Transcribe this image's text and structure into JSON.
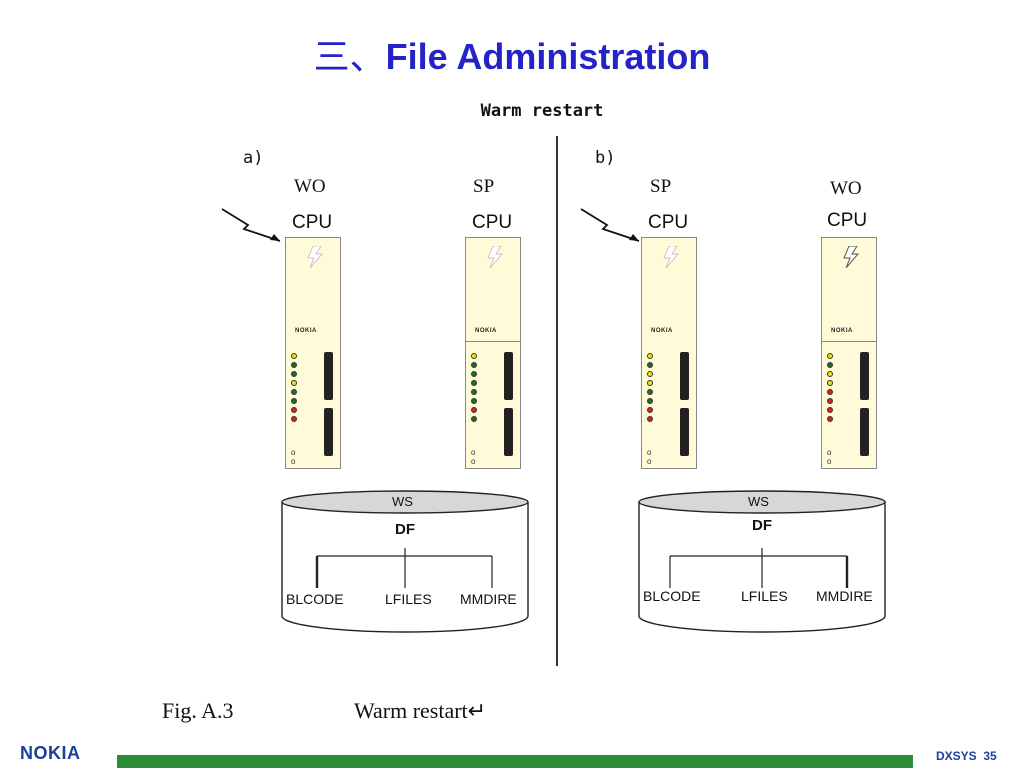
{
  "slide": {
    "title_prefix": "三、",
    "title": "File Administration",
    "diagram_title": "Warm restart",
    "footer": {
      "logo": "NOKIA",
      "code": "DXSYS",
      "page": "35"
    },
    "caption": {
      "figure": "Fig. A.3",
      "text": "Warm restart↵"
    }
  },
  "panels": [
    {
      "label": "a)",
      "units": [
        {
          "role": "WO",
          "cpu": "CPU"
        },
        {
          "role": "SP",
          "cpu": "CPU"
        }
      ],
      "storage": {
        "ws": "WS",
        "df": "DF",
        "leaves": [
          "BLCODE",
          "LFILES",
          "MMDIRE"
        ]
      }
    },
    {
      "label": "b)",
      "units": [
        {
          "role": "SP",
          "cpu": "CPU"
        },
        {
          "role": "WO",
          "cpu": "CPU"
        }
      ],
      "storage": {
        "ws": "WS",
        "df": "DF",
        "leaves": [
          "BLCODE",
          "LFILES",
          "MMDIRE"
        ]
      }
    }
  ],
  "card_logo": "NOKIA",
  "colors": {
    "title": "#2323c8",
    "footer_bar": "#2d8c3a",
    "card_bg": "#fffbd8",
    "led_red": "#e02020",
    "led_green": "#1f6e1f",
    "led_yellow": "#f2e200"
  }
}
